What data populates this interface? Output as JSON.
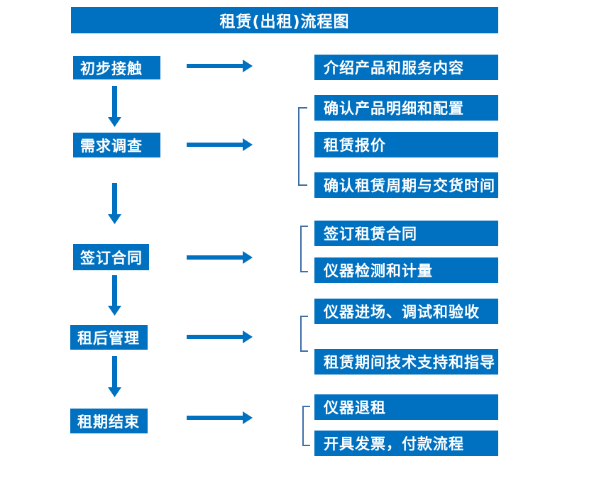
{
  "title": "租赁(出租)流程图",
  "colors": {
    "primary": "#0070C0",
    "text_on_primary": "#FFFFFF",
    "background": "#FFFFFF"
  },
  "stages": [
    {
      "label": "初步接触",
      "outputs": [
        "介绍产品和服务内容"
      ]
    },
    {
      "label": "需求调查",
      "outputs": [
        "确认产品明细和配置",
        "租赁报价",
        "确认租赁周期与交货时间"
      ]
    },
    {
      "label": "签订合同",
      "outputs": [
        "签订租赁合同",
        "仪器检测和计量"
      ]
    },
    {
      "label": "租后管理",
      "outputs": [
        "仪器进场、调试和验收",
        "租赁期间技术支持和指导"
      ]
    },
    {
      "label": "租期结束",
      "outputs": [
        "仪器退租",
        "开具发票，付款流程"
      ]
    }
  ]
}
